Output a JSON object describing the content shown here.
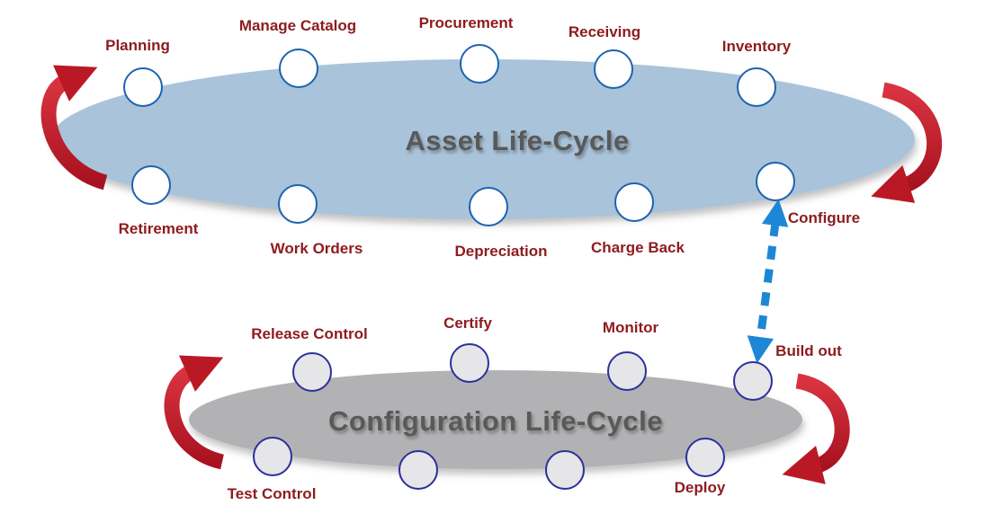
{
  "asset_cycle": {
    "title": "Asset Life-Cycle",
    "nodes": [
      {
        "label": "Planning"
      },
      {
        "label": "Manage Catalog"
      },
      {
        "label": "Procurement"
      },
      {
        "label": "Receiving"
      },
      {
        "label": "Inventory"
      },
      {
        "label": "Retirement"
      },
      {
        "label": "Work Orders"
      },
      {
        "label": "Depreciation"
      },
      {
        "label": "Charge Back"
      },
      {
        "label": "Configure"
      }
    ]
  },
  "config_cycle": {
    "title": "Configuration Life-Cycle",
    "nodes": [
      {
        "label": "Release Control"
      },
      {
        "label": "Certify"
      },
      {
        "label": "Monitor"
      },
      {
        "label": "Build out"
      },
      {
        "label": "Test Control"
      },
      {
        "label": "Deploy"
      }
    ],
    "unlabeled_node_count": 2
  },
  "link": {
    "from": "Configure",
    "to": "Build out",
    "style": "dashed-double-arrow"
  },
  "colors": {
    "asset_ellipse": "#a9c3da",
    "config_ellipse": "#b2b2b4",
    "title_text": "#595959",
    "label_text": "#8e1b1e",
    "cycle_arrow_red": "#c21d2c",
    "link_arrow_blue": "#1e87d5",
    "asset_node_fill": "#ffffff",
    "asset_node_stroke": "#1d63b0",
    "config_node_fill": "#e6e6e8",
    "config_node_stroke": "#2e2f9b"
  },
  "icons": {
    "cycle_arrow": "curved-cycle-arrow-icon",
    "link_arrow": "dashed-double-arrow-icon"
  }
}
